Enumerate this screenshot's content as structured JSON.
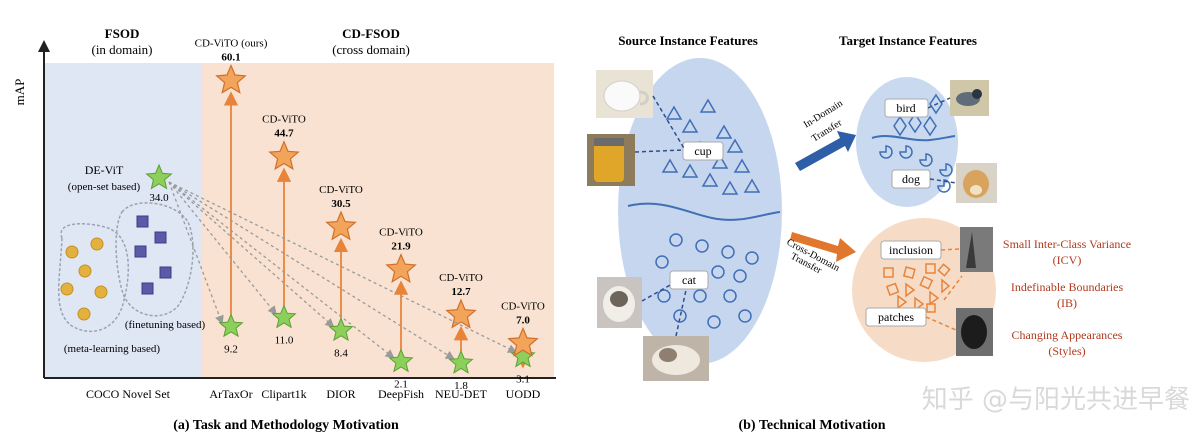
{
  "panel_a": {
    "y_axis_label": "mAP",
    "fsod_title": "FSOD",
    "fsod_subtitle": "(in domain)",
    "cdfsod_title": "CD-FSOD",
    "cdfsod_subtitle": "(cross domain)",
    "devit_label": "DE-ViT",
    "devit_sublabel": "(open-set based)",
    "devit_value": "34.0",
    "finetune_label": "(finetuning based)",
    "meta_label": "(meta-learning based)",
    "caption": "(a) Task and Methodology Motivation",
    "datasets": [
      {
        "name": "COCO Novel Set"
      },
      {
        "name": "ArTaxOr",
        "cd_label": "CD-ViTO (ours)",
        "cd_value": "60.1",
        "base_value": "9.2"
      },
      {
        "name": "Clipart1k",
        "cd_label": "CD-ViTO",
        "cd_value": "44.7",
        "base_value": "11.0"
      },
      {
        "name": "DIOR",
        "cd_label": "CD-ViTO",
        "cd_value": "30.5",
        "base_value": "8.4"
      },
      {
        "name": "DeepFish",
        "cd_label": "CD-ViTO",
        "cd_value": "21.9",
        "base_value": "2.1"
      },
      {
        "name": "NEU-DET",
        "cd_label": "CD-ViTO",
        "cd_value": "12.7",
        "base_value": "1.8"
      },
      {
        "name": "UODD",
        "cd_label": "CD-ViTO",
        "cd_value": "7.0",
        "base_value": "3.1"
      }
    ]
  },
  "panel_b": {
    "source_title": "Source Instance Features",
    "target_title": "Target Instance Features",
    "cup_label": "cup",
    "cat_label": "cat",
    "bird_label": "bird",
    "dog_label": "dog",
    "inclusion_label": "inclusion",
    "patches_label": "patches",
    "in_domain_line1": "In-Domain",
    "in_domain_line2": "Transfer",
    "cross_domain_line1": "Cross-Domain",
    "cross_domain_line2": "Transfer",
    "icv_line1": "Small Inter-Class Variance",
    "icv_line2": "(ICV)",
    "ib_line1": "Indefinable Boundaries",
    "ib_line2": "(IB)",
    "styles_line1": "Changing Appearances",
    "styles_line2": "(Styles)",
    "caption": "(b)  Technical Motivation"
  },
  "watermark": "知乎 @与阳光共进早餐",
  "colors": {
    "fsod_bg": "#dfe6f4",
    "cdfsod_bg": "#f9e2d1",
    "orange_star": "#f2a45a",
    "green_star": "#8ccf5b",
    "blue_mark": "#3f6fb5",
    "orange_mark": "#e8843a",
    "source_ellipse": "#c7d6ef",
    "target_ellipse": "#c9d9f0",
    "cross_ellipse": "#f6dcc6",
    "red_text": "#b03a1e"
  }
}
